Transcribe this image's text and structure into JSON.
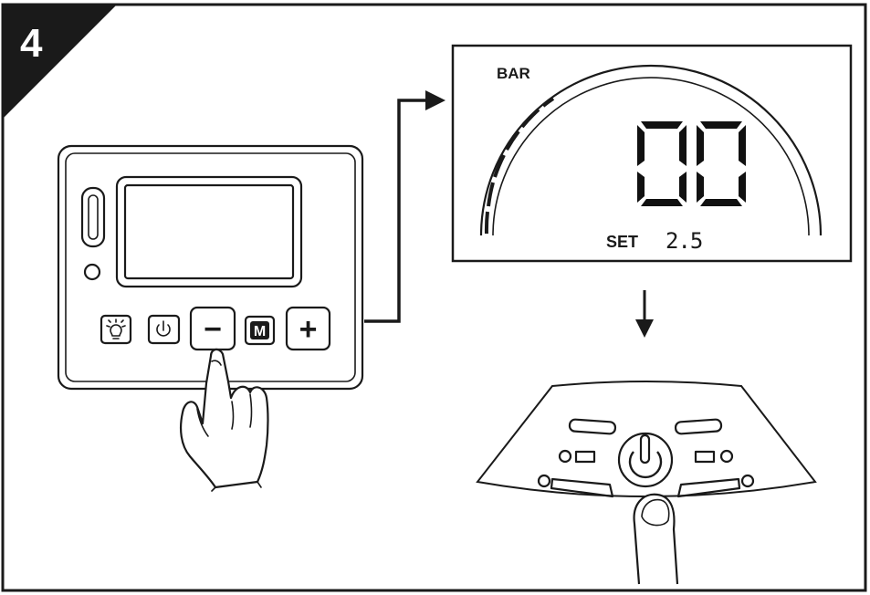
{
  "step": {
    "number": "4"
  },
  "lcd": {
    "unit_label": "BAR",
    "pressure_reading": "00",
    "set_label": "SET",
    "set_value": "2.5"
  },
  "control_panel": {
    "mode_button_label": "M",
    "minus_symbol": "−",
    "plus_symbol": "+"
  },
  "colors": {
    "ink": "#1a1a1a",
    "background": "#ffffff",
    "corner_badge": "#1a1a1a"
  }
}
